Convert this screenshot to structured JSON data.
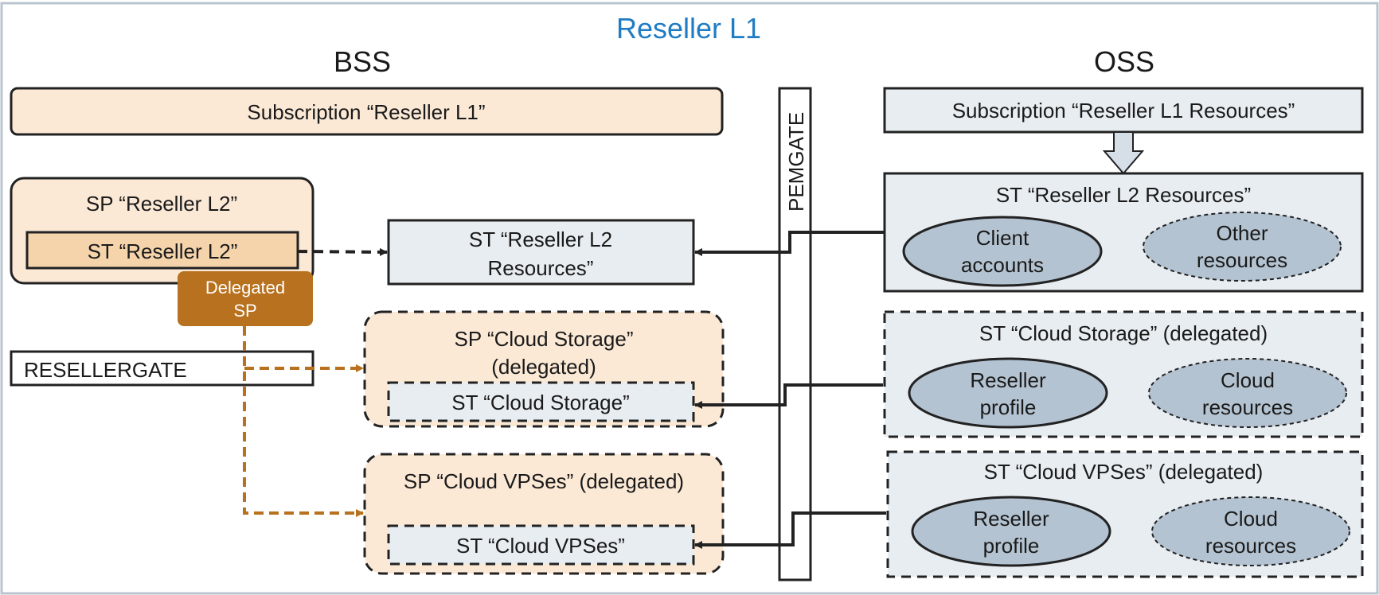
{
  "title": "Reseller L1",
  "bss": {
    "heading": "BSS",
    "subscription": "Subscription “Reseller L1”",
    "sp_reseller_l2": "SP “Reseller L2”",
    "st_reseller_l2": "ST “Reseller L2”",
    "delegated_sp": [
      "Delegated",
      "SP"
    ],
    "resellergate": "RESELLERGATE",
    "st_reseller_l2_resources": [
      "ST “Reseller L2",
      "Resources”"
    ],
    "sp_cloud_storage": [
      "SP “Cloud Storage”",
      "(delegated)"
    ],
    "st_cloud_storage": "ST “Cloud Storage”",
    "sp_cloud_vpses": "SP “Cloud VPSes” (delegated)",
    "st_cloud_vpses": "ST “Cloud VPSes”"
  },
  "gate": "PEMGATE",
  "oss": {
    "heading": "OSS",
    "subscription": "Subscription “Reseller L1 Resources”",
    "st_reseller_l2_resources": "ST “Reseller L2 Resources”",
    "client_accounts": [
      "Client",
      "accounts"
    ],
    "other_resources": [
      "Other",
      "resources"
    ],
    "st_cloud_storage": "ST “Cloud Storage” (delegated)",
    "reseller_profile_1": [
      "Reseller",
      "profile"
    ],
    "cloud_resources_1": [
      "Cloud",
      "resources"
    ],
    "st_cloud_vpses": "ST “Cloud VPSes” (delegated)",
    "reseller_profile_2": [
      "Reseller",
      "profile"
    ],
    "cloud_resources_2": [
      "Cloud",
      "resources"
    ]
  },
  "colors": {
    "title": "#1f7cc4",
    "peach_fill": "#fbe9d6",
    "peach_inner": "#f5d3ab",
    "blue_fill": "#e8edf2",
    "oval_fill": "#b4c3d1",
    "delegated_orange": "#b8711e",
    "stroke": "#222222"
  }
}
